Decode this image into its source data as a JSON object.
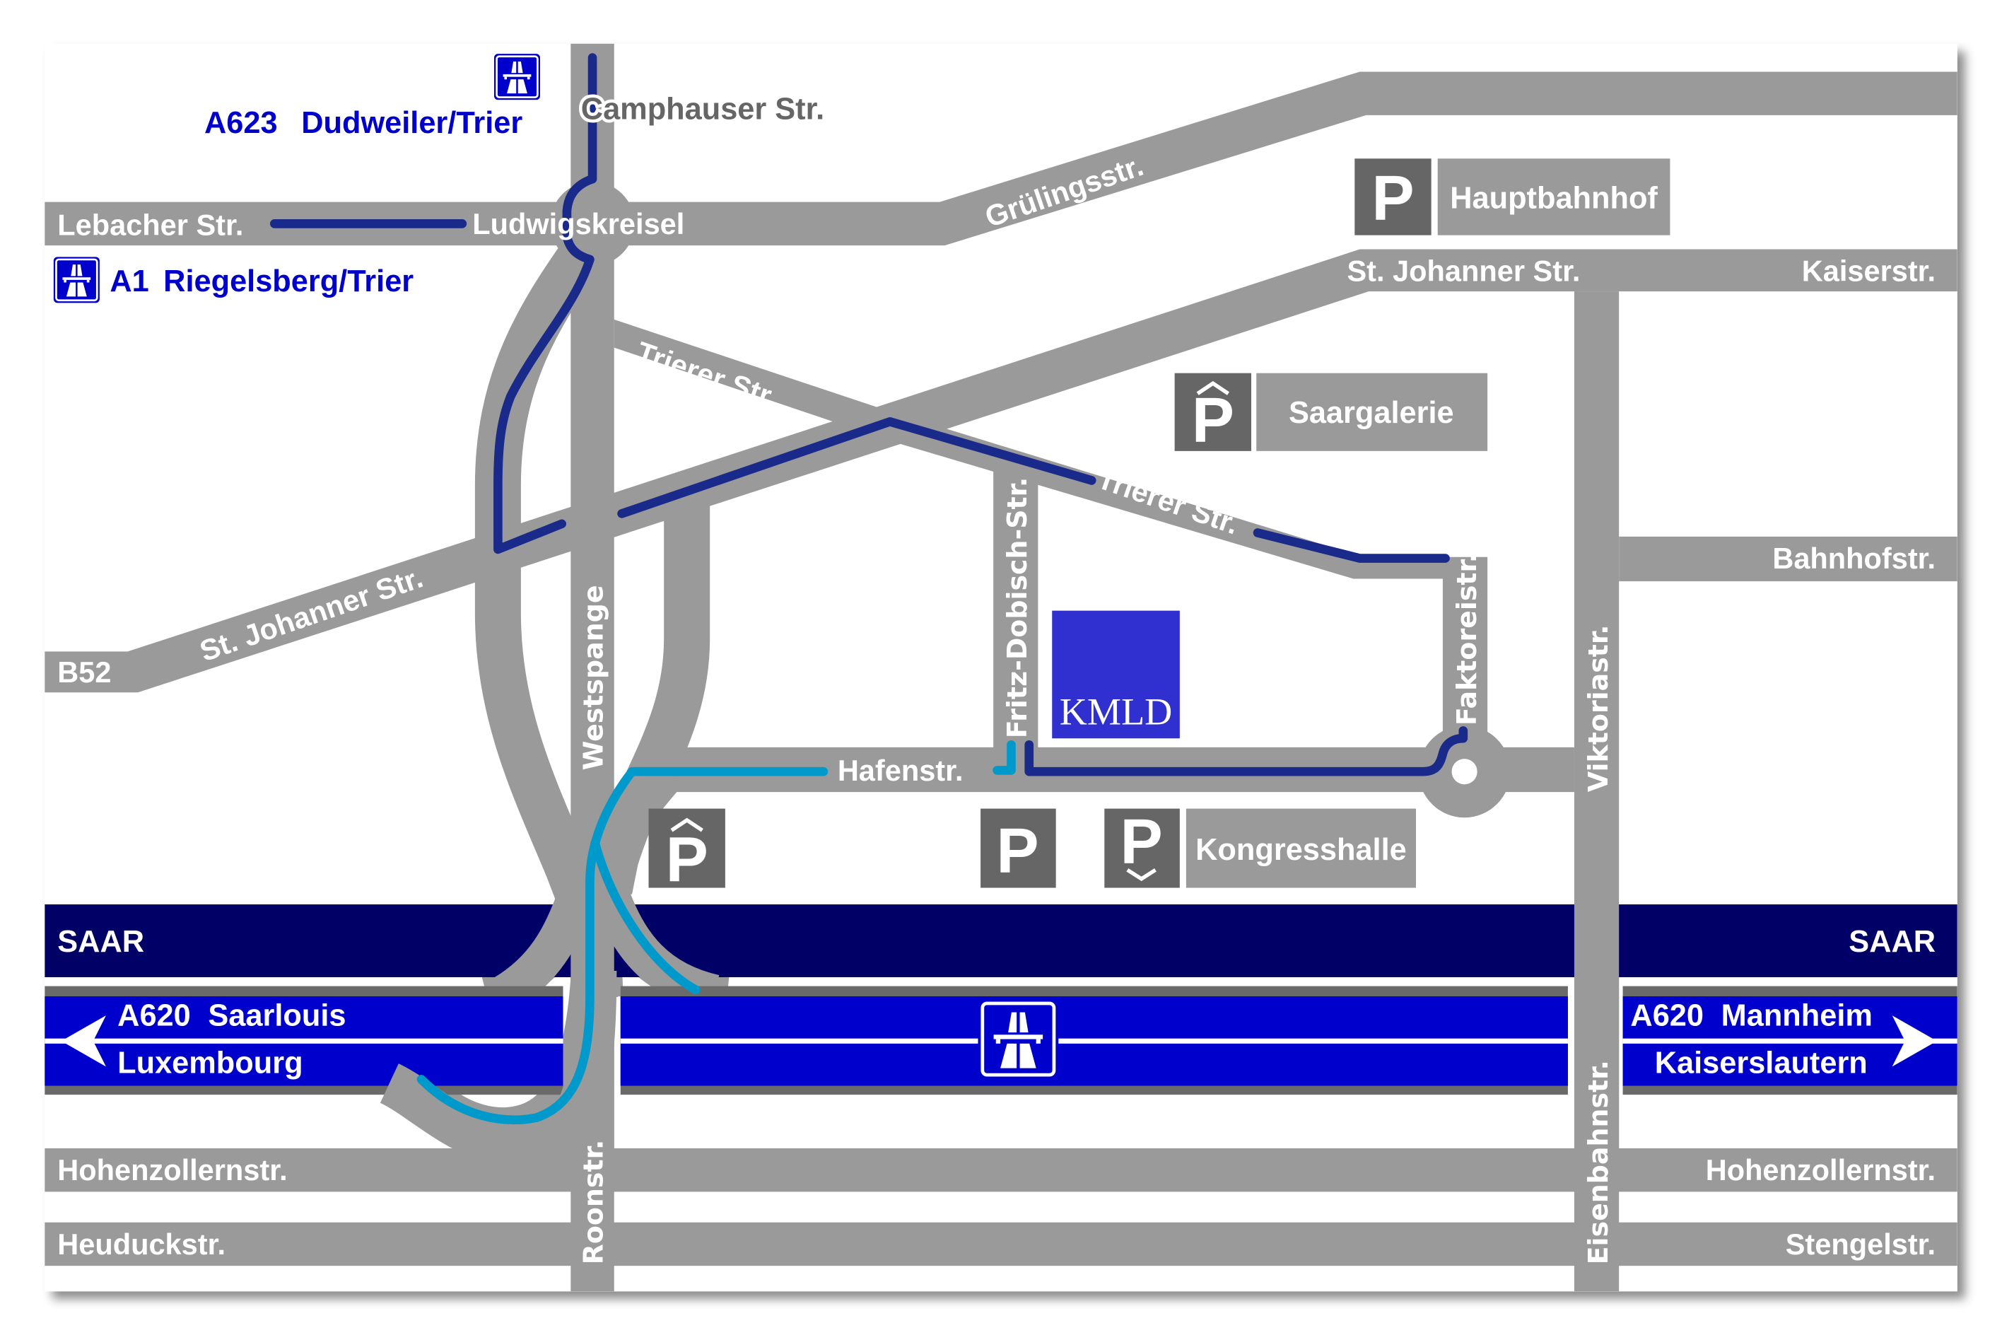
{
  "colors": {
    "road": "#9a9a9a",
    "river": "#000066",
    "motorway": "#0000cc",
    "motorway_edge": "#6a6a6a",
    "route_primary": "#1a2a8a",
    "route_secondary": "#0099cc",
    "parking_icon": "#666666",
    "parking_label": "#9a9a9a",
    "destination": "#3030d0"
  },
  "highways": {
    "a623": {
      "number": "A623",
      "destination": "Dudweiler/Trier",
      "icon": "autobahn-icon"
    },
    "a1": {
      "number": "A1",
      "destination": "Riegelsberg/Trier",
      "icon": "autobahn-icon"
    }
  },
  "streets": {
    "camphauser": "Camphauser Str.",
    "lebacher": "Lebacher Str.",
    "ludwigskreisel": "Ludwigskreisel",
    "gruelingsstr": "Grülingsstr.",
    "st_johanner_top": "St. Johanner Str.",
    "kaiserstr": "Kaiserstr.",
    "trierer_1": "Trierer Str.",
    "trierer_2": "Trierer Str.",
    "st_johanner_left": "St. Johanner Str.",
    "b52": "B52",
    "westspange": "Westspange",
    "fritz_dobisch": "Fritz-Dobisch-Str.",
    "faktoreistr": "Faktoreistr.",
    "viktoriastr": "Viktoriastr.",
    "bahnhofstr": "Bahnhofstr.",
    "hafenstr": "Hafenstr.",
    "roonstr": "Roonstr.",
    "eisenbahnstr": "Eisenbahnstr.",
    "hohenzollern_left": "Hohenzollernstr.",
    "hohenzollern_right": "Hohenzollernstr.",
    "heuduckstr": "Heuduckstr.",
    "stengelstr": "Stengelstr."
  },
  "river": {
    "left": "SAAR",
    "right": "SAAR"
  },
  "motorway": {
    "west": {
      "number": "A620",
      "line1": "Saarlouis",
      "line2": "Luxembourg",
      "arrow": "arrow-left-icon"
    },
    "east": {
      "number": "A620",
      "line1": "Mannheim",
      "line2": "Kaiserslautern",
      "arrow": "arrow-right-icon"
    },
    "icon": "autobahn-icon"
  },
  "parking": {
    "symbol": "P",
    "hauptbahnhof": {
      "label": "Hauptbahnhof",
      "icon": "parking-icon"
    },
    "saargalerie": {
      "label": "Saargalerie",
      "icon": "parking-garage-icon"
    },
    "kongresshalle": {
      "label": "Kongresshalle",
      "icon": "parking-underground-icon"
    },
    "west_garage": {
      "icon": "parking-garage-icon"
    },
    "hafen": {
      "icon": "parking-icon"
    }
  },
  "destination": {
    "label": "KMLD"
  }
}
